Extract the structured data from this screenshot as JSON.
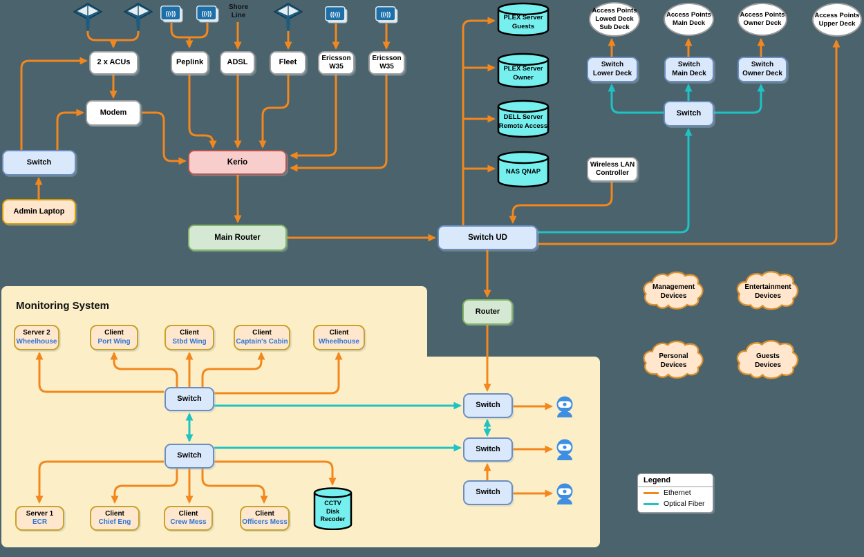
{
  "diagram": {
    "background_color": "#4A636D",
    "panel_color": "#FCEFC7",
    "ethernet_color": "#F2871E",
    "optical_fiber_color": "#1FC3C3"
  },
  "labels": {
    "switch": "Switch",
    "switch_ud": "Switch UD",
    "router": "Router",
    "main_router": "Main Router",
    "kerio": "Kerio",
    "modem": "Modem",
    "acus": "2 x ACUs",
    "peplink": "Peplink",
    "adsl": "ADSL",
    "fleet": "Fleet",
    "admin_laptop": "Admin Laptop",
    "ericsson_line1": "Ericsson",
    "ericsson_line2": "W35",
    "wlc_line1": "Wireless LAN",
    "wlc_line2": "Controller",
    "shore_line1": "Shore",
    "shore_line2": "Line",
    "wifi_glyph": "((ı))"
  },
  "servers": {
    "plex_guests": {
      "line1": "PLEX Server",
      "line2": "Guests"
    },
    "plex_owner": {
      "line1": "PLEX Server",
      "line2": "Owner"
    },
    "dell": {
      "line1": "DELL Server",
      "line2": "Remote Access"
    },
    "nas": {
      "line1": "NAS QNAP"
    },
    "cctv": {
      "line1": "CCTV",
      "line2": "Disk",
      "line3": "Recoder"
    }
  },
  "access_points": {
    "ap1": {
      "line1": "Access Points",
      "line2": "Lowed Deck",
      "line3": "Sub Deck"
    },
    "ap2": {
      "line1": "Access Points",
      "line2": "Main Deck"
    },
    "ap3": {
      "line1": "Access Points",
      "line2": "Owner Deck"
    },
    "ap4": {
      "line1": "Access Points",
      "line2": "Upper Deck"
    }
  },
  "deck_switches": {
    "lower": {
      "line1": "Switch",
      "line2": "Lower Deck"
    },
    "main": {
      "line1": "Switch",
      "line2": "Main Deck"
    },
    "owner": {
      "line1": "Switch",
      "line2": "Owner Deck"
    }
  },
  "monitoring": {
    "title": "Monitoring System",
    "server2": {
      "line1": "Server 2",
      "line2": "Wheelhouse"
    },
    "client_port": {
      "line1": "Client",
      "line2": "Port Wing"
    },
    "client_stbd": {
      "line1": "Client",
      "line2": "Stbd Wing"
    },
    "client_captain": {
      "line1": "Client",
      "line2": "Captain's Cabin"
    },
    "client_wheelhouse": {
      "line1": "Client",
      "line2": "Wheelhouse"
    },
    "server1": {
      "line1": "Server 1",
      "line2": "ECR"
    },
    "client_chief": {
      "line1": "Client",
      "line2": "Chief Eng"
    },
    "client_crew": {
      "line1": "Client",
      "line2": "Crew Mess"
    },
    "client_officers": {
      "line1": "Client",
      "line2": "Officers Mess"
    }
  },
  "clouds": {
    "management": {
      "line1": "Management",
      "line2": "Devices"
    },
    "entertainment": {
      "line1": "Entertainment",
      "line2": "Devices"
    },
    "personal": {
      "line1": "Personal",
      "line2": "Devices"
    },
    "guests": {
      "line1": "Guests",
      "line2": "Devices"
    }
  },
  "legend": {
    "title": "Legend",
    "items": [
      {
        "label": "Ethernet",
        "color": "#F2871E"
      },
      {
        "label": "Optical Fiber",
        "color": "#1FC3C3"
      }
    ]
  }
}
